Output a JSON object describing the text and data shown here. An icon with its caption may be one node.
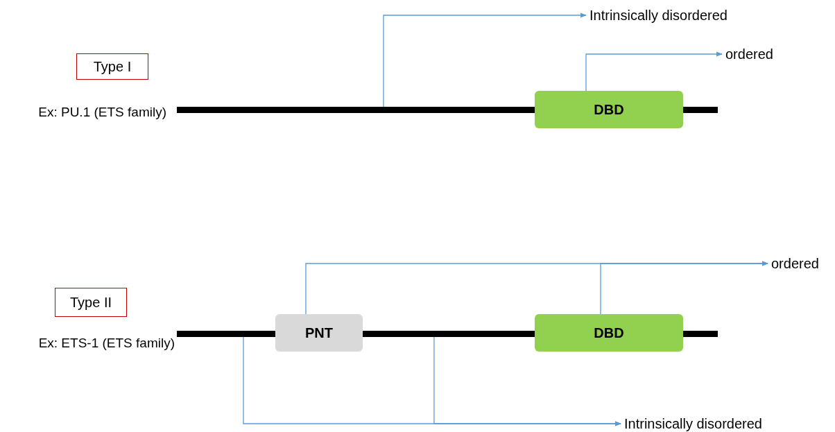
{
  "diagram": {
    "nodes": [
      {
        "text": [
          "Intrinsically disordered"
        ]
      },
      {
        "text": [
          "ordered"
        ]
      },
      {
        "text": [
          "Type I"
        ]
      },
      {
        "text": [
          "Ex: PU.1 (ETS family)"
        ]
      },
      {
        "text": [],
        "shape": "bar"
      },
      {
        "text": [
          "DBD"
        ]
      },
      {
        "text": [
          "ordered"
        ]
      },
      {
        "text": [
          "Type II"
        ]
      },
      {
        "text": [
          "PNT"
        ]
      },
      {
        "text": [
          "DBD"
        ]
      },
      {
        "text": [
          "Ex: ETS-1 (ETS family)"
        ]
      },
      {
        "text": [],
        "shape": "bar"
      },
      {
        "text": [],
        "shape": "bar"
      },
      {
        "text": [
          "Intrinsically disordered"
        ]
      }
    ],
    "edges": [
      {
        "from": 4,
        "to": 0,
        "arrow": "to"
      },
      {
        "from": 5,
        "to": 1,
        "arrow": "to"
      },
      {
        "from": 8,
        "to": 6,
        "arrow": "to"
      },
      {
        "from": 9,
        "to": 6,
        "arrow": "to"
      },
      {
        "from": 11,
        "to": 13,
        "arrow": "to"
      },
      {
        "from": 12,
        "to": 13,
        "arrow": "to"
      }
    ]
  }
}
